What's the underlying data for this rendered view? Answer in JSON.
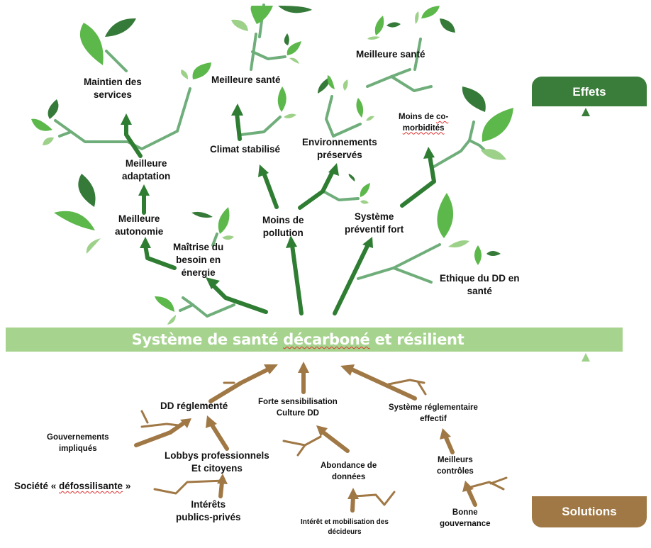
{
  "diagram": {
    "title": "Système de santé décarboné et résilient",
    "legend": {
      "top": "Effets",
      "bottom": "Solutions"
    },
    "colors": {
      "effets_green": "#3a7d3a",
      "arrow_green": "#2e7d32",
      "branch_green": "#6fae7a",
      "leaf_dark": "#357a38",
      "leaf_mid": "#5cb84a",
      "leaf_light": "#9dd18a",
      "trunk_bar": "#a6d38e",
      "root_brown": "#a07845",
      "text": "#111111",
      "spellcheck_red": "#e0312f"
    },
    "effects": [
      {
        "id": "maintien",
        "lines": [
          "Maintien des",
          "services"
        ]
      },
      {
        "id": "sante1",
        "lines": [
          "Meilleure  santé"
        ]
      },
      {
        "id": "sante2",
        "lines": [
          "Meilleure  santé"
        ]
      },
      {
        "id": "adaptation",
        "lines": [
          "Meilleure",
          "adaptation"
        ]
      },
      {
        "id": "climat",
        "lines": [
          "Climat  stabilisé"
        ]
      },
      {
        "id": "environnements",
        "lines": [
          "Environnements",
          "préservés"
        ]
      },
      {
        "id": "comorbidites",
        "lines": [
          "Moins de co-",
          "morbidités"
        ]
      },
      {
        "id": "autonomie",
        "lines": [
          "Meilleure",
          "autonomie"
        ]
      },
      {
        "id": "maitrise",
        "lines": [
          "Maîtrise  du",
          "besoin en",
          "énergie"
        ]
      },
      {
        "id": "pollution",
        "lines": [
          "Moins de",
          "pollution"
        ]
      },
      {
        "id": "preventif",
        "lines": [
          "Système",
          "préventif fort"
        ]
      },
      {
        "id": "ethique",
        "lines": [
          "Ethique du DD en",
          "santé"
        ]
      }
    ],
    "solutions": [
      {
        "id": "dd_reglemente",
        "lines": [
          "DD réglementé"
        ]
      },
      {
        "id": "sensibilisation",
        "lines": [
          "Forte sensibilisation",
          "Culture DD"
        ]
      },
      {
        "id": "systeme_reglementaire",
        "lines": [
          "Système réglementaire",
          "effectif"
        ]
      },
      {
        "id": "gouvernements",
        "lines": [
          "Gouvernements",
          "impliqués"
        ]
      },
      {
        "id": "lobbys",
        "lines": [
          "Lobbys professionnels",
          "Et citoyens"
        ]
      },
      {
        "id": "abondance",
        "lines": [
          "Abondance de",
          "données"
        ]
      },
      {
        "id": "controles",
        "lines": [
          "Meilleurs",
          "contrôles"
        ]
      },
      {
        "id": "societe",
        "lines": [
          "Société « défossilisante »"
        ]
      },
      {
        "id": "interets",
        "lines": [
          "Intérêts",
          "publics-privés"
        ]
      },
      {
        "id": "decideurs",
        "lines": [
          "Intérêt et mobilisation des",
          "décideurs"
        ]
      },
      {
        "id": "gouvernance",
        "lines": [
          "Bonne",
          "gouvernance"
        ]
      }
    ]
  }
}
